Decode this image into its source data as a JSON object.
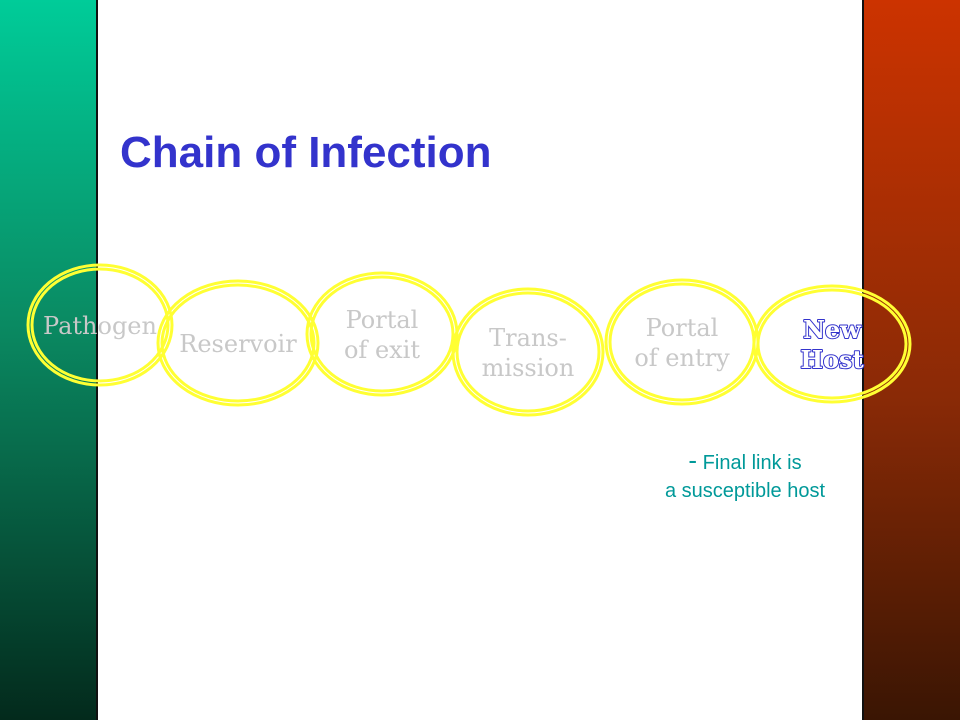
{
  "slide": {
    "title": "Chain of Infection",
    "colors": {
      "title": "#3333cc",
      "ring": "#ffff33",
      "inactive_label": "#c8c8c8",
      "active_label_fill": "#ffffff",
      "active_label_outline": "#3333cc",
      "note": "#009999",
      "left_bar_top": "#00cc99",
      "right_bar_top": "#cc3300"
    }
  },
  "chain": {
    "links": [
      {
        "lines": [
          "Pathogen"
        ],
        "active": false
      },
      {
        "lines": [
          "Reservoir"
        ],
        "active": false
      },
      {
        "lines": [
          "Portal",
          "of exit"
        ],
        "active": false
      },
      {
        "lines": [
          "Trans-",
          "mission"
        ],
        "active": false
      },
      {
        "lines": [
          "Portal",
          "of entry"
        ],
        "active": false
      },
      {
        "lines": [
          "New",
          "Host"
        ],
        "active": true
      }
    ]
  },
  "note": {
    "dash": "-",
    "line1": "Final link is",
    "line2": "a susceptible host"
  }
}
